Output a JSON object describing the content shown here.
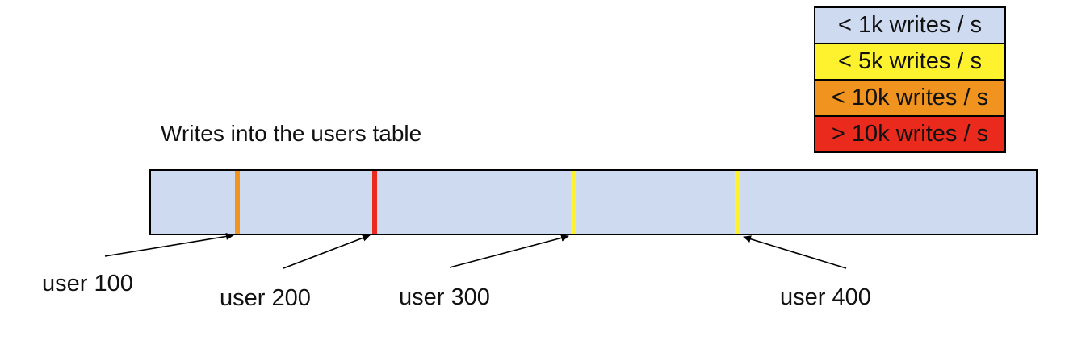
{
  "diagram": {
    "title": "Writes into the users table",
    "background": "#ffffff",
    "line_color": "#000000"
  },
  "legend": {
    "items": [
      {
        "label": "< 1k writes / s",
        "color": "#cedaf0"
      },
      {
        "label": "< 5k writes / s",
        "color": "#fdf22d"
      },
      {
        "label": "< 10k writes / s",
        "color": "#f0931f"
      },
      {
        "label": "> 10k writes / s",
        "color": "#e92a1c"
      }
    ]
  },
  "table_bar": {
    "fill": "#cedaf0",
    "hotspots": [
      {
        "label": "user 100",
        "color": "#f0931f",
        "position_pct": 9.8
      },
      {
        "label": "user 200",
        "color": "#e92a1c",
        "position_pct": 25.3
      },
      {
        "label": "user 300",
        "color": "#fdf22d",
        "position_pct": 47.7
      },
      {
        "label": "user 400",
        "color": "#fdf22d",
        "position_pct": 66.2
      }
    ]
  }
}
